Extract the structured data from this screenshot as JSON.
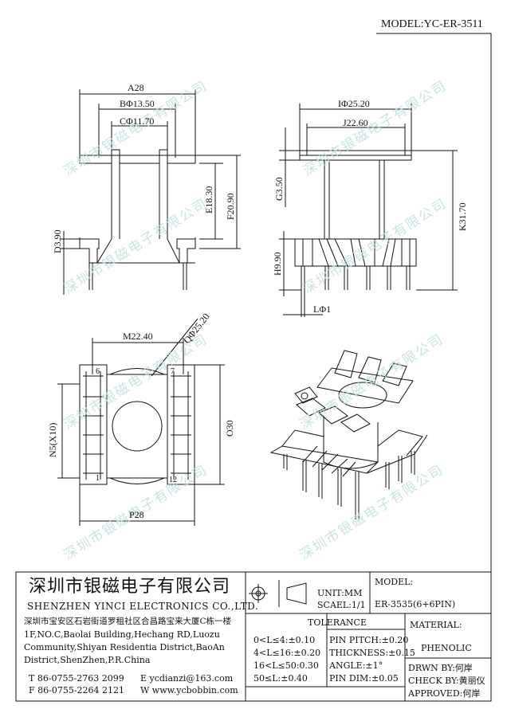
{
  "model_label": "MODEL:YC-ER-3511",
  "watermark": "深圳市银磁电子有限公司",
  "dimensions": {
    "a28": "A28",
    "b1350": "BΦ13.50",
    "c1170": "CΦ11.70",
    "d390": "D3.90",
    "e1830": "E18.30",
    "f2090": "F20.90",
    "i2520": "IΦ25.20",
    "j2260": "J22.60",
    "g350": "G3.50",
    "k3170": "K31.70",
    "h990": "H9.90",
    "l1": "LΦ1",
    "m2240": "M22.40",
    "q2520": "QΦ25.20",
    "n5x10": "N5(X10)",
    "o30": "O30",
    "p28": "P28",
    "pin6": "6",
    "pin1": "1",
    "pin7": "7",
    "pin12": "12"
  },
  "title_block": {
    "company_cn": "深圳市银磁电子有限公司",
    "company_en": "SHENZHEN YINCI ELECTRONICS CO.,LTD.",
    "address_cn": "深圳市宝安区石岩街道罗租社区合昌路宝来大厦C栋一楼",
    "address_en_1": "1F,NO.C,Baolai Building,Hechang RD,Luozu",
    "address_en_2": "Community,Shiyan Residentia District,BaoAn",
    "address_en_3": "District,ShenZhen,P.R.China",
    "tel": "T 86-0755-2763 2099",
    "fax": "F 86-0755-2264 2121",
    "email": "E ycdianzi@163.com",
    "web": "W www.ycbobbin.com",
    "unit": "UNIT:MM",
    "scale": "SCAEL:1/1",
    "model_head": "MODEL:",
    "model_value": "ER-3535(6+6PIN)",
    "tolerance_head": "TOLERANCE",
    "tolerances": [
      "0<L≤4:±0.10",
      "4<L≤16:±0.20",
      "16<L≤50:0.30",
      "50≤L:±0.40"
    ],
    "pin_specs": [
      "PIN PITCH:±0.20",
      "THICKNESS:±0.15",
      "ANGLE:±1°",
      "PIN DIM:±0.05"
    ],
    "material_head": "MATERIAL:",
    "material_value": "PHENOLIC",
    "drawn": "DRWN BY:何岸",
    "check": "CHECK BY:黄丽仪",
    "approved": "APPROVED:何岸"
  }
}
